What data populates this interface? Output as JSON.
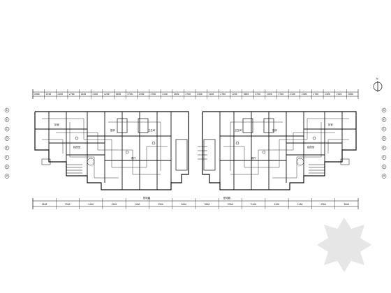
{
  "drawing": {
    "north_label": "N",
    "top_dims": [
      "2800",
      "2100",
      "2400",
      "2700",
      "2400",
      "2100",
      "1200",
      "3000",
      "2700",
      "2400",
      "2700",
      "2100",
      "2400",
      "2700",
      "2400",
      "2100",
      "2700",
      "1200",
      "3000",
      "2700",
      "2400",
      "2700",
      "2100",
      "2400",
      "2700",
      "2400",
      "2100",
      "2800"
    ],
    "bottom_dims": [
      "3600",
      "3900",
      "2400",
      "4500",
      "2400",
      "3900",
      "3600",
      "3600",
      "3900",
      "2400",
      "4500",
      "2400",
      "3900",
      "3600"
    ],
    "room_labels": [
      "卧室",
      "起居室",
      "厨房",
      "卫生间",
      "餐厅",
      "卧室",
      "起居室",
      "厨房",
      "卫生间",
      "餐厅"
    ],
    "left_axis_labels": [
      "A",
      "B",
      "C",
      "D",
      "E",
      "F",
      "G",
      "H"
    ],
    "right_axis_labels": [
      "A",
      "B",
      "C",
      "D",
      "E",
      "F",
      "G",
      "H"
    ],
    "bottom_labels": [
      "配电箱",
      "配电箱"
    ]
  },
  "watermark": {
    "color": "#e6e6e6"
  }
}
